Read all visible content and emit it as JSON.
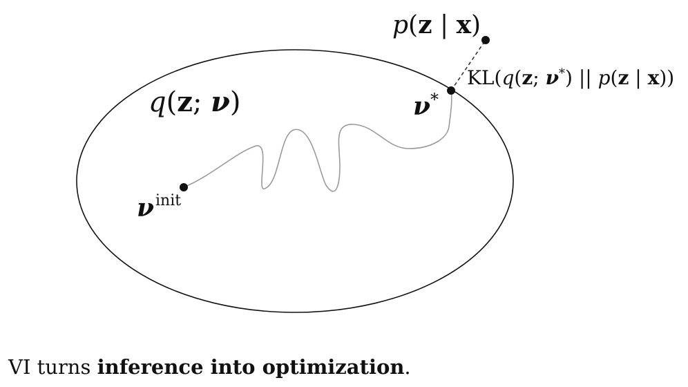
{
  "labels": {
    "family": {
      "func": "q",
      "lp": "(",
      "z": "z",
      "sep": "; ",
      "nu": "ν",
      "rp": ")"
    },
    "posterior": {
      "func": "p",
      "lp": "(",
      "z": "z",
      "bar": " | ",
      "x": "x",
      "rp": ")"
    },
    "nu_star": {
      "nu": "ν",
      "star": "*"
    },
    "nu_init": {
      "nu": "ν",
      "sup": "init"
    },
    "kl": {
      "kl": "KL(",
      "q": "q",
      "lp": "(",
      "z": "z",
      "sep": "; ",
      "nu": "ν",
      "star": "*",
      "mid": ") || ",
      "p": "p",
      "lp2": "(",
      "z2": "z",
      "bar": " | ",
      "x": "x",
      "rp": "))"
    }
  },
  "caption": {
    "prefix": "VI turns ",
    "bold": "inference into optimization",
    "suffix": "."
  },
  "colors": {
    "ink": "#111111",
    "path": "#9a9a9a",
    "dashed": "#333333"
  }
}
